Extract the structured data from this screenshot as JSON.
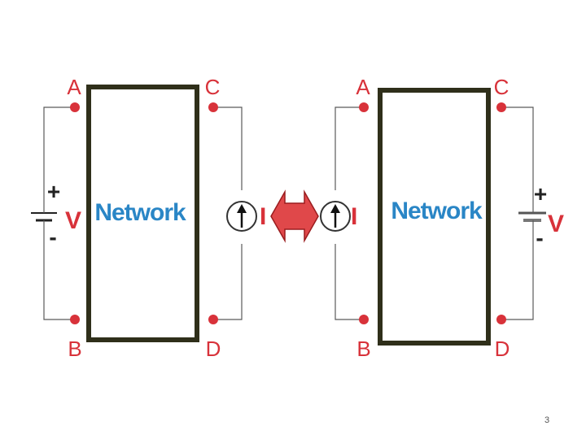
{
  "diagram": {
    "left": {
      "network_label": "Network",
      "terminals": {
        "a": "A",
        "b": "B",
        "c": "C",
        "d": "D"
      },
      "voltage_source": {
        "label": "V",
        "plus": "+",
        "minus": "-"
      },
      "current_source": {
        "label": "I"
      }
    },
    "right": {
      "network_label": "Network",
      "terminals": {
        "a": "A",
        "b": "B",
        "c": "C",
        "d": "D"
      },
      "current_source": {
        "label": "I"
      },
      "voltage_source": {
        "label": "V",
        "plus": "+",
        "minus": "-"
      }
    },
    "arrow_icon": "double-headed-arrow-icon"
  },
  "colors": {
    "terminal": "#d8323a",
    "network_text": "#2a86c6",
    "box_border": "#2f2f1a",
    "wire": "#5a5a5a"
  },
  "page": {
    "number": "3"
  }
}
